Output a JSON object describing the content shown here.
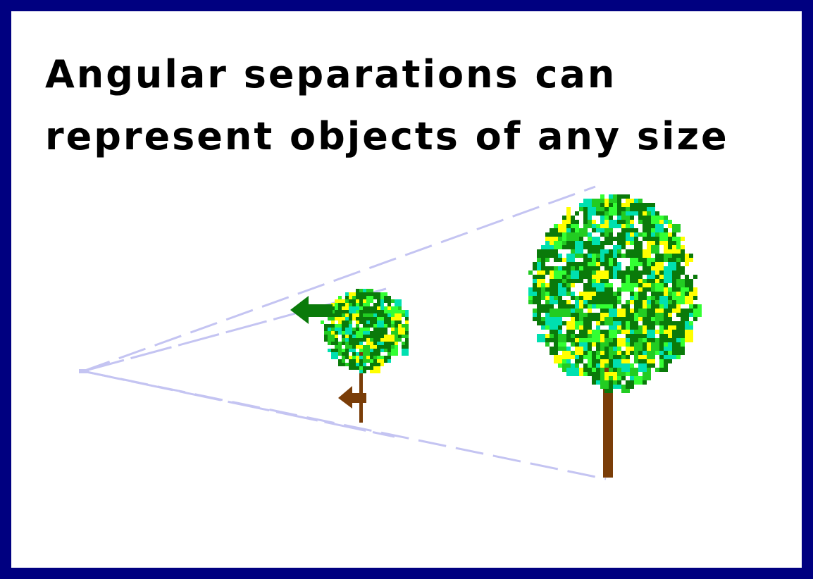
{
  "title": {
    "line1": "Angular separations can",
    "line2": "represent objects of any size"
  },
  "colors": {
    "frame": "#000080",
    "background": "#ffffff",
    "sight_lines": "#c4c4f2",
    "trunk": "#7a3d08",
    "foliage_dark": "#0a7a0a",
    "foliage_light": "#22cc22",
    "foliage_bright": "#33ff33",
    "foliage_yellow": "#ffff00",
    "foliage_cyan": "#00e0b0",
    "arrow": "#0a7a0a",
    "arrow_lower": "#7a3d08"
  },
  "diagram": {
    "elements": [
      "observer-eye-point",
      "sight-lines",
      "near-small-tree",
      "far-large-tree",
      "top-angle-arrow",
      "bottom-angle-arrow"
    ]
  }
}
